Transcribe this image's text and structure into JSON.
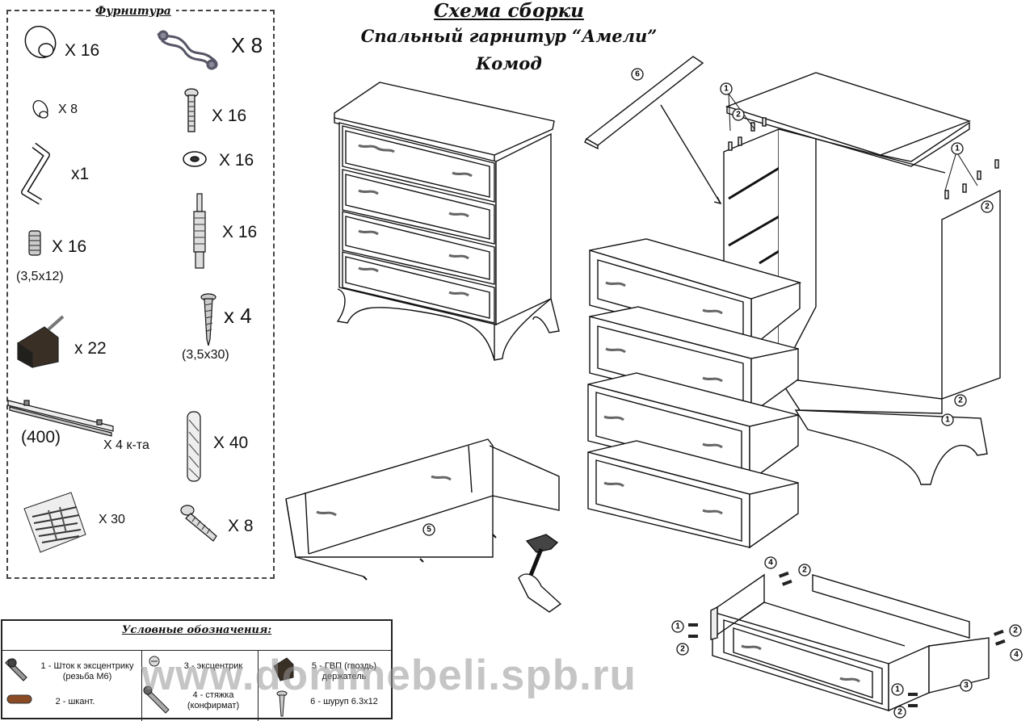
{
  "title": {
    "line1": "Схема сборки",
    "line2": "Спальный гарнитур “Амели”",
    "line3": "Комод"
  },
  "hardware": {
    "heading": "Фурнитура",
    "items": [
      {
        "icon": "knob-icon",
        "qty": "X 16"
      },
      {
        "icon": "handle-icon",
        "qty": "X 8"
      },
      {
        "icon": "small-cap-icon",
        "qty": "X 8"
      },
      {
        "icon": "bolt-icon",
        "qty": "X 16"
      },
      {
        "icon": "allen-key-icon",
        "qty": "x1"
      },
      {
        "icon": "washer-icon",
        "qty": "X 16"
      },
      {
        "icon": "eccentric-screw-icon",
        "qty": "X 16",
        "note": "(3,5x12)"
      },
      {
        "icon": "eccentric-rod-icon",
        "qty": "X 16"
      },
      {
        "icon": "bracket-icon",
        "qty": "x 22"
      },
      {
        "icon": "wood-screw-icon",
        "qty": "x 4",
        "note": "(3,5x30)"
      },
      {
        "icon": "drawer-slide-icon",
        "qty": "X 4 к-та",
        "note": "(400)"
      },
      {
        "icon": "dowel-icon",
        "qty": "X 40"
      },
      {
        "icon": "nail-bag-icon",
        "qty": "X 30"
      },
      {
        "icon": "confirmat-icon",
        "qty": "X 8"
      }
    ]
  },
  "legend": {
    "heading": "Условные обозначения:",
    "items": [
      "1 - Шток к эксцентрику (резьба М6)",
      "2 - шкант.",
      "3 - эксцентрик",
      "4 - стяжка (конфирмат)",
      "5 - ГВП (гвоздь) держатель",
      "6 - шуруп 6.3х12"
    ]
  },
  "callouts": [
    "1",
    "2",
    "3",
    "4",
    "5",
    "6"
  ],
  "watermark": "www.dommebeli.spb.ru"
}
